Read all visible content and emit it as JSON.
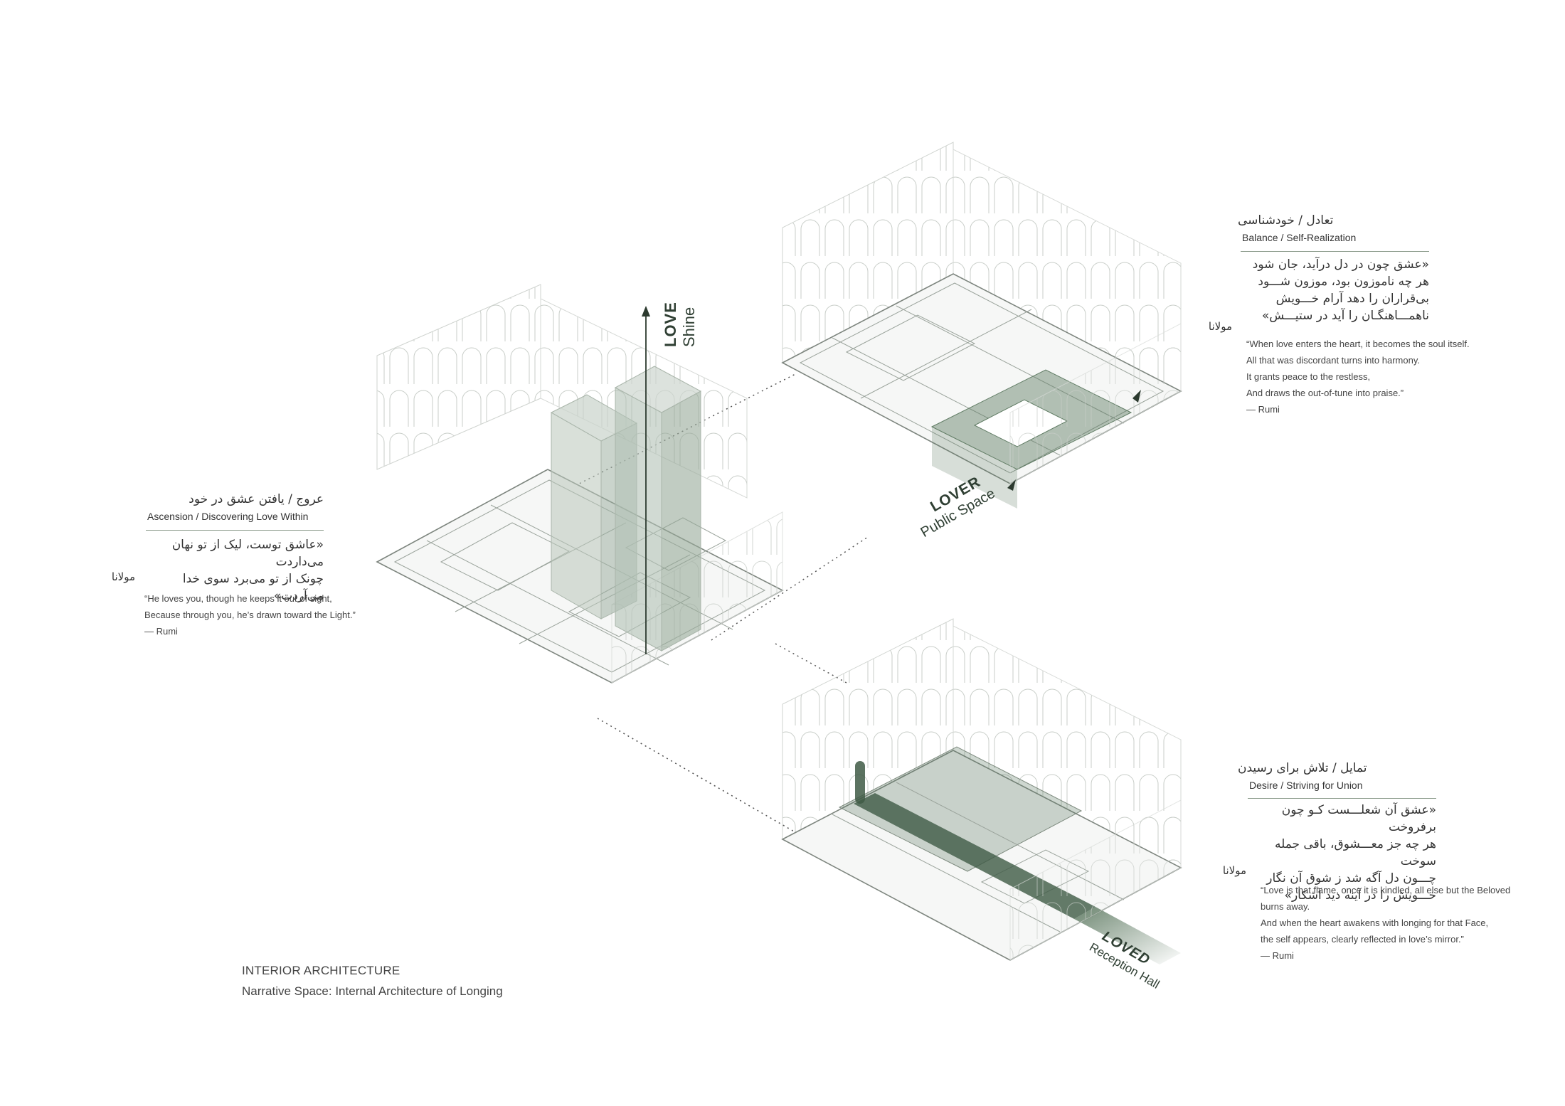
{
  "colors": {
    "accent": "#5e7a62",
    "dark_green": "#3f5a45",
    "line": "#9aa39b",
    "text": "#333333"
  },
  "tags": {
    "love": {
      "word": "LOVE",
      "sub": "Shine"
    },
    "lover": {
      "word": "LOVER",
      "sub": "Public Space"
    },
    "loved": {
      "word": "LOVED",
      "sub": "Reception Hall"
    }
  },
  "ascension": {
    "title_fa": "عروج / یافتن عشق در خود",
    "title_en": "Ascension / Discovering Love Within",
    "poem_fa": [
      "«عاشق توست، لیک از تو نهان می‌داردت",
      "چونک از تو می‌برد سوی خدا می‌آردت»"
    ],
    "poet_fa": "مولانا",
    "quote_en": [
      "“He loves you, though he keeps it out of sight,",
      "Because through you, he’s drawn toward the Light.”",
      "— Rumi"
    ]
  },
  "balance": {
    "title_fa": "تعادل / خودشناسی",
    "title_en": "Balance / Self-Realization",
    "poem_fa": [
      "«عشق چون در دل درآید، جان شود",
      "هر چه ناموزون بود، موزون شـــود",
      "بی‌قراران را دهد آرام خـــویش",
      "ناهمـــاهنگـان را آید در ستیـــش»"
    ],
    "poet_fa": "مولانا",
    "quote_en": [
      "“When love enters the heart, it becomes the soul itself.",
      "All that was discordant turns into harmony.",
      "It grants peace to the restless,",
      "And draws the out-of-tune into praise.”",
      "— Rumi"
    ]
  },
  "desire": {
    "title_fa": "تمایل / تلاش برای رسیدن",
    "title_en": "Desire / Striving for Union",
    "poem_fa": [
      "«عشق آن شعلـــست کـو چون برفروخت",
      "هر چه جز معـــشوق، باقی جمله سوخت",
      "چـــون دل آگه شد ز شوق آن نگار",
      "خـــویش را در آینه دید آشکار»"
    ],
    "poet_fa": "مولانا",
    "quote_en": [
      "“Love is that flame, once it is kindled, all else but the Beloved",
      "burns away.",
      "And when the heart awakens with longing for that Face,",
      "the self appears, clearly reflected in love’s mirror.”",
      "— Rumi"
    ]
  },
  "footer": {
    "line1": "INTERIOR ARCHITECTURE",
    "line2": "Narrative Space: Internal Architecture of Longing"
  }
}
